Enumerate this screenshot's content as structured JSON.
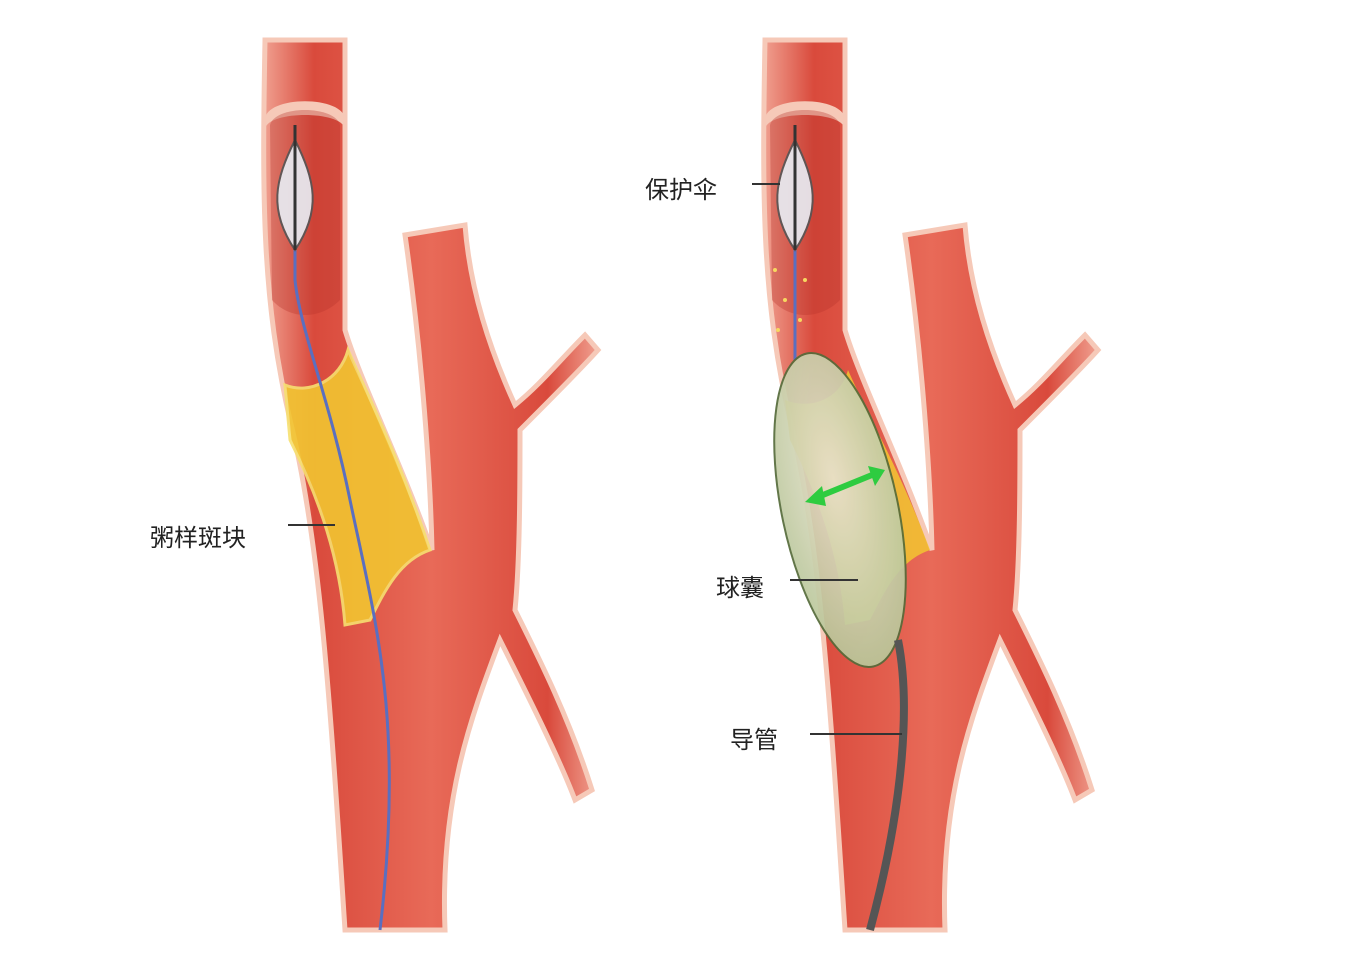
{
  "labels": {
    "plaque": "粥样斑块",
    "protection_umbrella": "保护伞",
    "balloon": "球囊",
    "catheter": "导管"
  },
  "colors": {
    "vessel": "#d94a3c",
    "vessel_edge": "#f6c9b8",
    "plaque": "#f2c531",
    "guidewire": "#5a6fc0",
    "catheter": "#555555",
    "balloon": "#c9d6a8",
    "arrow": "#2ecc40"
  }
}
